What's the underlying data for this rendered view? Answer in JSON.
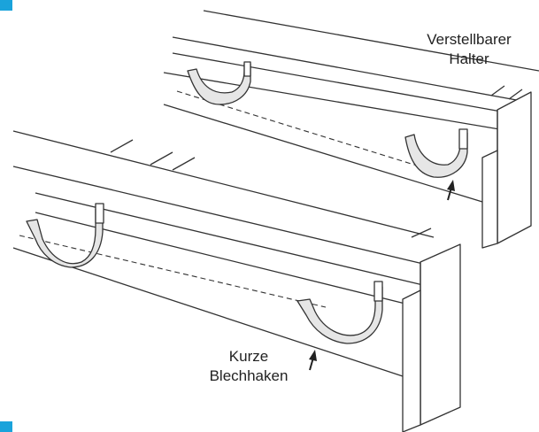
{
  "labels": {
    "adjustable_holder_line1": "Verstellbarer",
    "adjustable_holder_line2": "Halter",
    "short_hook_line1": "Kurze",
    "short_hook_line2": "Blechhaken"
  },
  "colors": {
    "marker": "#1aa3db",
    "line": "#333333",
    "hook_fill": "#e6e6e6"
  }
}
